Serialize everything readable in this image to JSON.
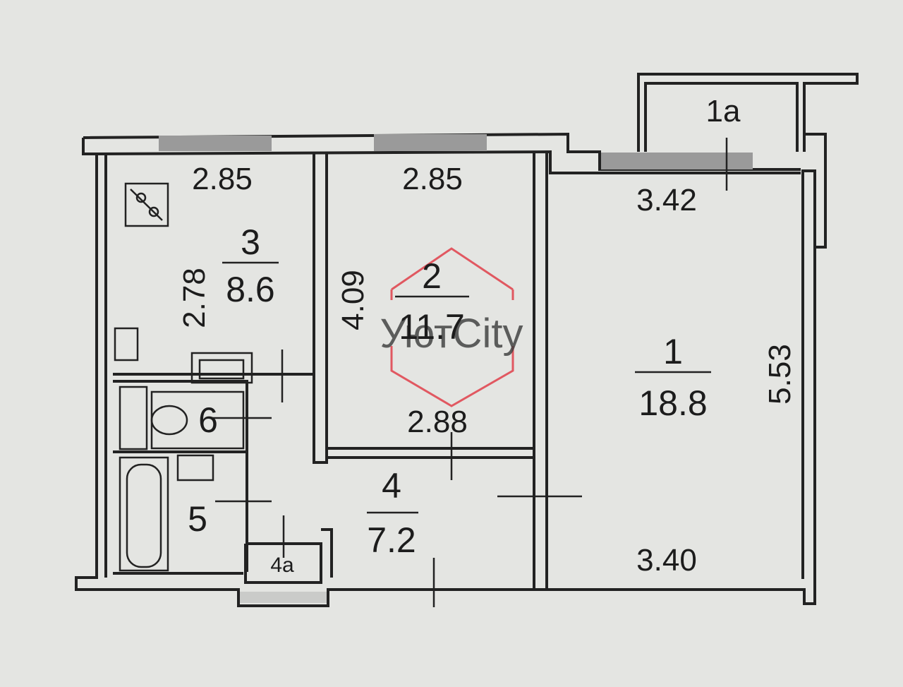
{
  "rooms": {
    "room_1": {
      "number": "1",
      "area": "18.8",
      "top_dim": "3.42",
      "bottom_dim": "3.40",
      "side_dim": "5.53"
    },
    "room_1a": {
      "number": "1a"
    },
    "room_2": {
      "number": "2",
      "area": "11.7",
      "top_dim": "2.85",
      "bottom_dim": "2.88",
      "side_dim": "4.09"
    },
    "room_3": {
      "number": "3",
      "area": "8.6",
      "top_dim": "2.85",
      "side_dim": "2.78"
    },
    "room_4": {
      "number": "4",
      "area": "7.2"
    },
    "room_4a": {
      "number": "4a"
    },
    "room_5": {
      "number": "5"
    },
    "room_6": {
      "number": "6"
    }
  },
  "watermark": {
    "text": "УютCity",
    "color": "#e0404a"
  },
  "colors": {
    "paper": "#e4e5e2",
    "ink": "#222222",
    "window": "#9a9a9a"
  }
}
